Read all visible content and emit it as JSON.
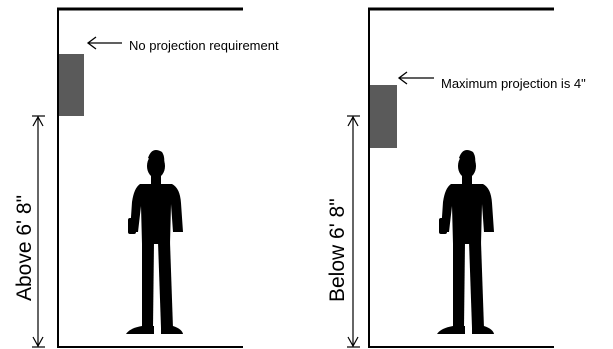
{
  "panels": [
    {
      "callout": "No projection requirement",
      "height_label": "Above 6' 8\""
    },
    {
      "callout": "Maximum projection is 4\"",
      "height_label": "Below 6' 8\""
    }
  ],
  "colors": {
    "line": "#000000",
    "object": "#5a5a5a",
    "figure": "#000000"
  },
  "icons": [
    "person-silhouette-icon",
    "wall-mounted-object-icon",
    "arrow-left-icon",
    "dimension-arrow-icon"
  ]
}
